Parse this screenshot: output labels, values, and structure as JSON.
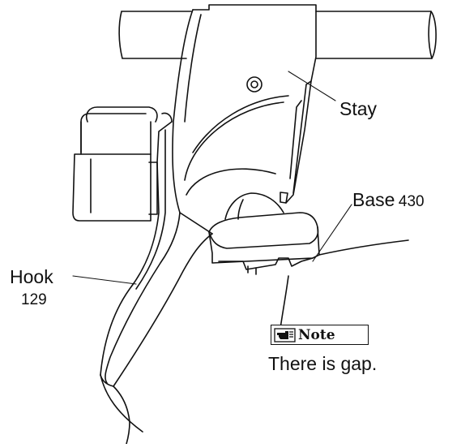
{
  "labels": {
    "stay": "Stay",
    "base": "Base",
    "base_number": "430",
    "hook": "Hook",
    "hook_number": "129",
    "note_title": "Note",
    "note_text": "There is gap."
  },
  "icons": {
    "note": "pointing-hand-icon"
  },
  "colors": {
    "line": "#111111",
    "background": "#ffffff"
  }
}
